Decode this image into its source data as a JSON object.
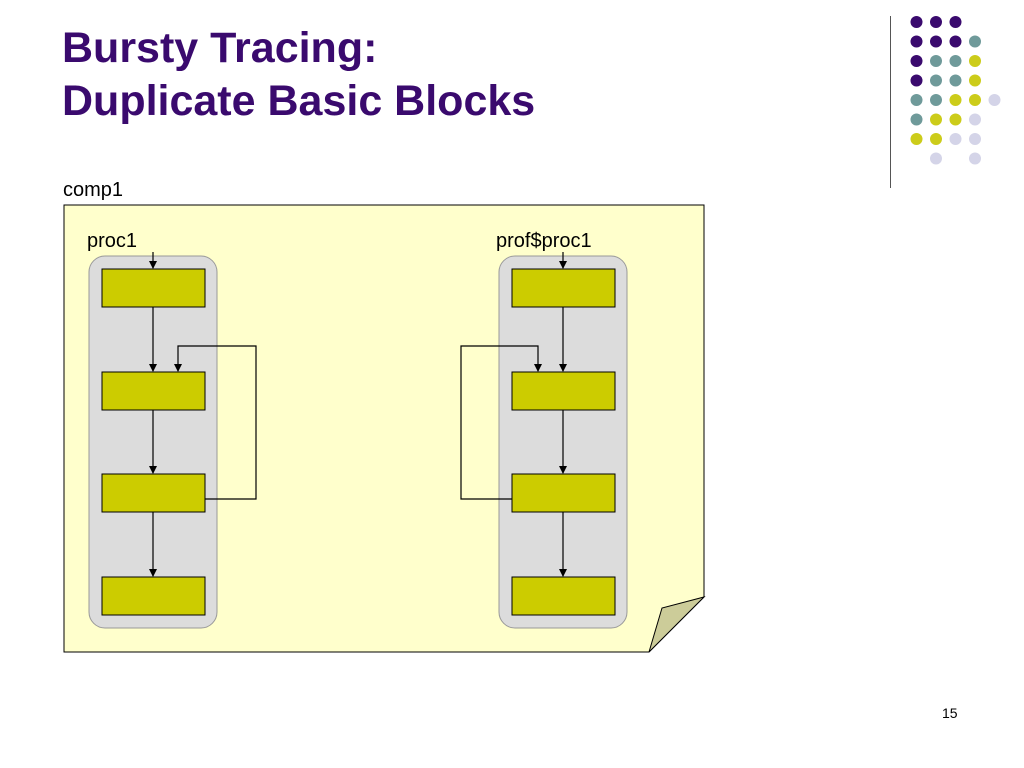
{
  "slide": {
    "title_line1": "Bursty Tracing:",
    "title_line2": "Duplicate Basic Blocks",
    "page_number": "15"
  },
  "diagram": {
    "component_label": "comp1",
    "procedures": [
      {
        "label": "proc1",
        "blocks": 4,
        "back_edge": "from block 3 to block 2 (right side)"
      },
      {
        "label": "prof$proc1",
        "blocks": 4,
        "back_edge": "from block 3 to block 2 (left side)"
      }
    ]
  },
  "colors": {
    "title": "#3a0a6e",
    "note_fill": "#ffffcc",
    "proc_container": "#dcdcdc",
    "block_fill": "#cccc00",
    "dot_purple": "#3a0a6e",
    "dot_teal": "#6f9a9a",
    "dot_olive": "#cccc1a",
    "dot_lavender": "#d4d4e8"
  }
}
